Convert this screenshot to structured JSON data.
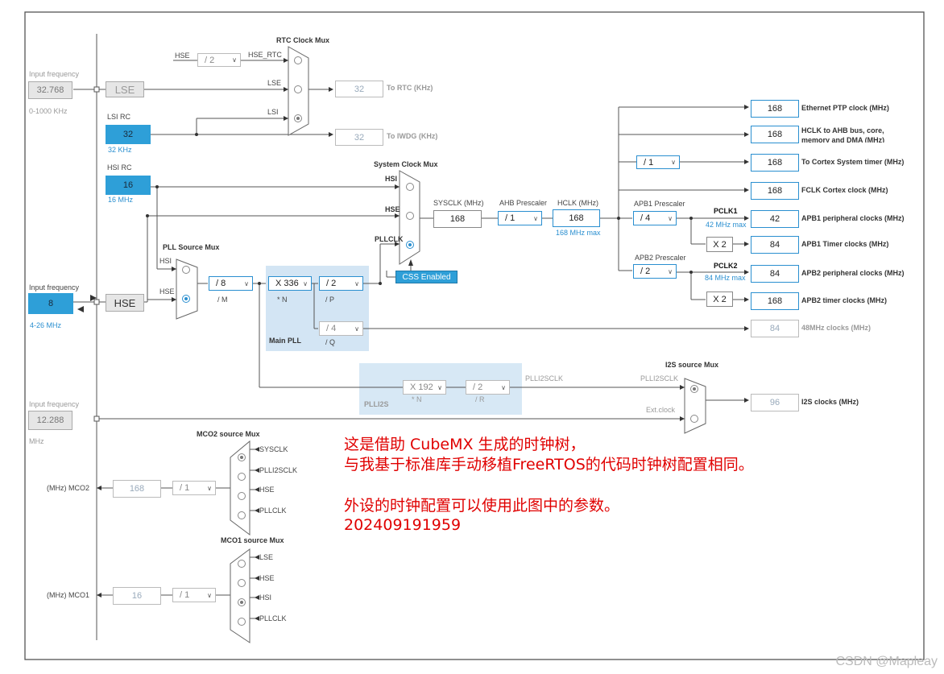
{
  "left": {
    "lse_freq_label": "Input frequency",
    "lse_freq_value": "32.768",
    "lse_range": "0-1000 KHz",
    "lse_label": "LSE",
    "lsi_title": "LSI RC",
    "lsi_value": "32",
    "lsi_unit": "32 KHz",
    "hsi_title": "HSI RC",
    "hsi_value": "16",
    "hsi_unit": "16 MHz",
    "hse_freq_label": "Input frequency",
    "hse_value": "8",
    "hse_range": "4-26 MHz",
    "hse_label": "HSE",
    "i2s_freq_label": "Input frequency",
    "i2s_value": "12.288",
    "i2s_unit": "MHz"
  },
  "rtc": {
    "title": "RTC Clock Mux",
    "hse_in": "HSE",
    "div": "/ 2",
    "hse_rtc": "HSE_RTC",
    "lse": "LSE",
    "lsi": "LSI",
    "rtc_value": "32",
    "rtc_label": "To RTC (KHz)",
    "iwdg_value": "32",
    "iwdg_label": "To IWDG (KHz)"
  },
  "pll_src": {
    "title": "PLL Source Mux",
    "hsi": "HSI",
    "hse": "HSE"
  },
  "main_pll": {
    "m": "/ 8",
    "m_label": "/ M",
    "n": "X 336",
    "n_label": "* N",
    "p": "/ 2",
    "p_label": "/ P",
    "q": "/ 4",
    "q_label": "/ Q",
    "title": "Main PLL"
  },
  "sysmux": {
    "title": "System Clock Mux",
    "hsi": "HSI",
    "hse": "HSE",
    "pllclk": "PLLCLK",
    "css": "CSS Enabled"
  },
  "sysclk": {
    "label": "SYSCLK (MHz)",
    "value": "168"
  },
  "ahb": {
    "label": "AHB Prescaler",
    "value": "/ 1"
  },
  "hclk": {
    "label": "HCLK (MHz)",
    "value": "168",
    "max": "168 MHz max"
  },
  "apb1": {
    "label": "APB1 Prescaler",
    "value": "/ 4",
    "pclk": "PCLK1",
    "max": "42 MHz max",
    "timer_mult": "X 2"
  },
  "apb2": {
    "label": "APB2 Prescaler",
    "value": "/ 2",
    "pclk": "PCLK2",
    "max": "84 MHz max",
    "timer_mult": "X 2"
  },
  "cortex_div": "/ 1",
  "outputs": [
    {
      "value": "168",
      "label": "Ethernet PTP clock (MHz)"
    },
    {
      "value": "168",
      "label": "HCLK to AHB bus, core, memory and DMA (MHz)"
    },
    {
      "value": "168",
      "label": "To Cortex System timer (MHz)"
    },
    {
      "value": "168",
      "label": "FCLK Cortex clock (MHz)"
    },
    {
      "value": "42",
      "label": "APB1 peripheral clocks (MHz)"
    },
    {
      "value": "84",
      "label": "APB1 Timer clocks (MHz)"
    },
    {
      "value": "84",
      "label": "APB2 peripheral clocks (MHz)"
    },
    {
      "value": "168",
      "label": "APB2 timer clocks (MHz)"
    },
    {
      "value": "84",
      "label": "48MHz clocks (MHz)"
    },
    {
      "value": "96",
      "label": "I2S clocks (MHz)"
    }
  ],
  "plli2s": {
    "n": "X 192",
    "n_label": "* N",
    "r": "/ 2",
    "r_label": "/ R",
    "title": "PLLI2S",
    "out": "PLLI2SCLK"
  },
  "i2smux": {
    "title": "I2S source Mux",
    "in1": "PLLI2SCLK",
    "in2": "Ext.clock"
  },
  "mco2": {
    "title": "MCO2 source Mux",
    "inputs": [
      "SYSCLK",
      "PLLI2SCLK",
      "HSE",
      "PLLCLK"
    ],
    "div": "/ 1",
    "value": "168",
    "label": "(MHz) MCO2"
  },
  "mco1": {
    "title": "MCO1 source Mux",
    "inputs": [
      "LSE",
      "HSE",
      "HSI",
      "PLLCLK"
    ],
    "div": "/ 1",
    "value": "16",
    "label": "(MHz) MCO1"
  },
  "note": {
    "line1": "这是借助 CubeMX 生成的时钟树，",
    "line2": "与我基于标准库手动移植FreeRTOS的代码时钟树配置相同。",
    "line3": "外设的时钟配置可以使用此图中的参数。",
    "line4": "202409191959"
  },
  "watermark": "CSDN @Mapleay"
}
